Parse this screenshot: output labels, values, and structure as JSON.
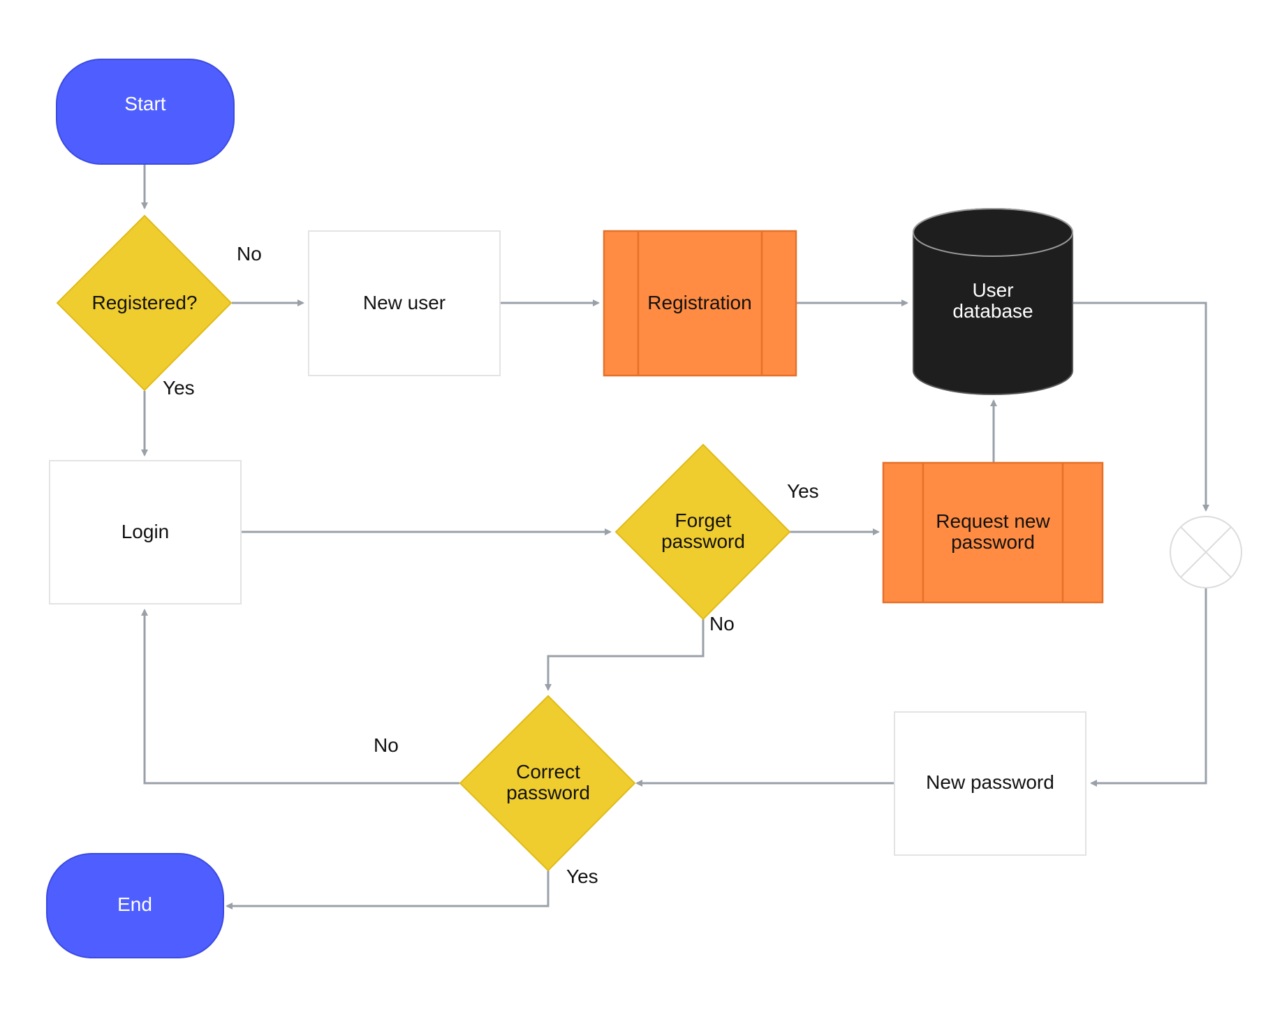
{
  "colors": {
    "terminal": "#4f5fff",
    "decision": "#f0cd2e",
    "subprocess": "#ff8c42",
    "database": "#1e1e1e",
    "edge": "#9aa0a8",
    "box_border": "#e3e3e3"
  },
  "nodes": {
    "start": "Start",
    "registered": "Registered?",
    "new_user": "New user",
    "registration": "Registration",
    "user_db_line1": "User",
    "user_db_line2": "database",
    "login": "Login",
    "forget_line1": "Forget",
    "forget_line2": "password",
    "request_line1": "Request new",
    "request_line2": "password",
    "new_password": "New password",
    "correct_line1": "Correct",
    "correct_line2": "password",
    "end": "End"
  },
  "edge_labels": {
    "registered_no": "No",
    "registered_yes": "Yes",
    "forget_yes": "Yes",
    "forget_no": "No",
    "correct_no": "No",
    "correct_yes": "Yes"
  }
}
